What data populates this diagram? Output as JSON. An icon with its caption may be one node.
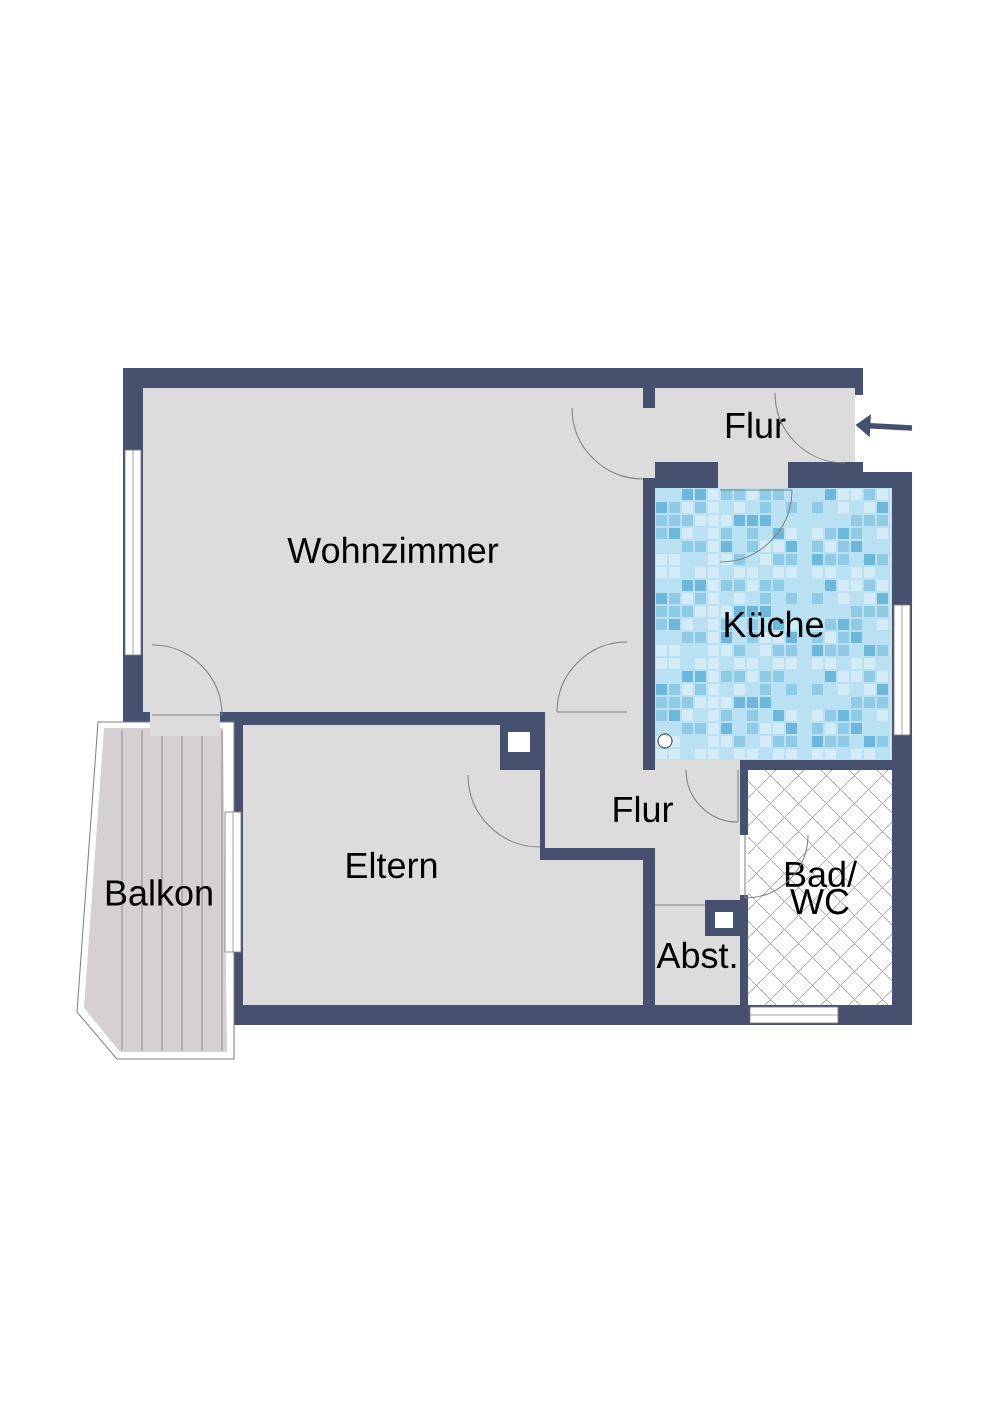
{
  "diagram": {
    "nodes": [
      {
        "text": [
          "Wohnzimmer"
        ]
      },
      {
        "text": [
          "Flur"
        ]
      },
      {
        "text": [
          "Küche"
        ]
      },
      {
        "text": [
          "Flur"
        ]
      },
      {
        "text": [
          "Eltern"
        ]
      },
      {
        "text": [
          "Balkon"
        ]
      },
      {
        "text": [
          "Abst."
        ]
      },
      {
        "text": [
          "Bad/ WC"
        ]
      }
    ],
    "edges": [
      {
        "from": null,
        "to": 1,
        "arrow": "to"
      }
    ]
  }
}
